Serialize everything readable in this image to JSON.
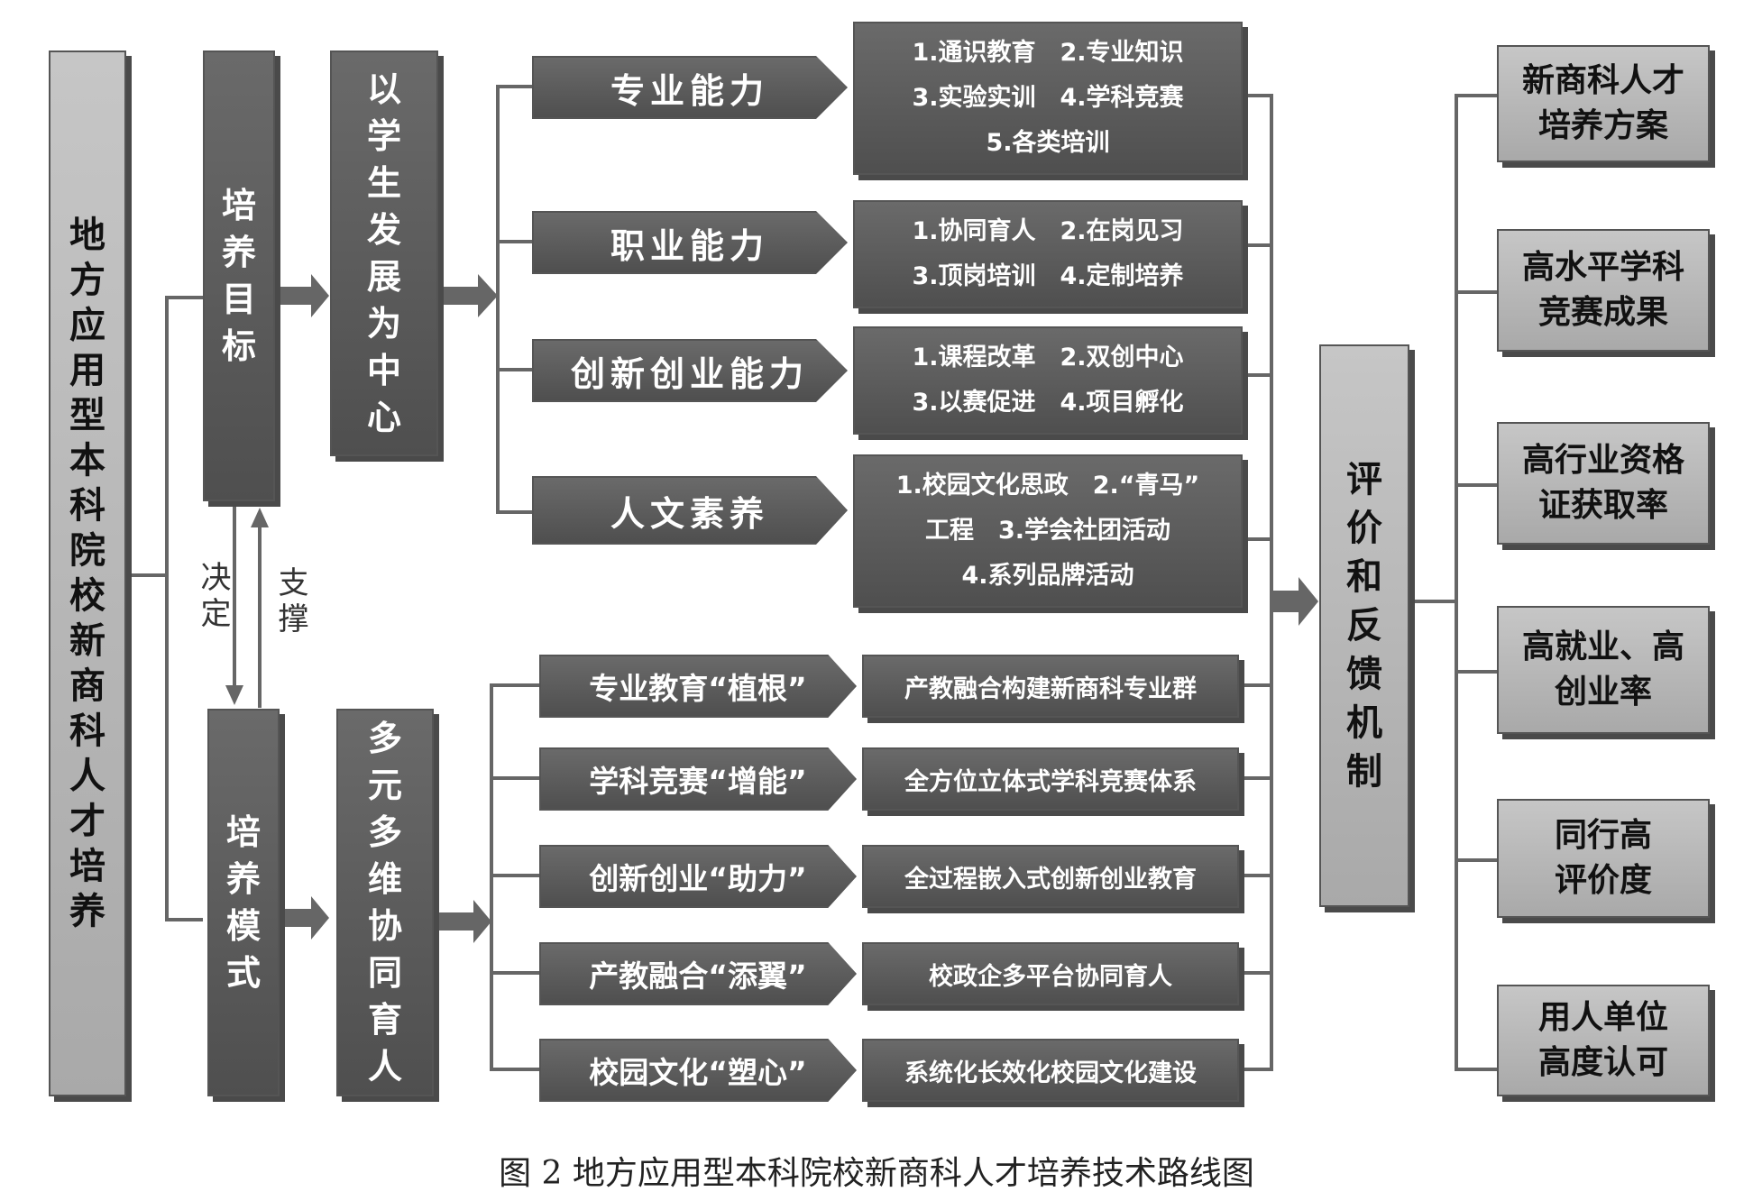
{
  "main_title": "地方应用型本科院校新商科人才培养",
  "goal": "培养目标",
  "mode": "培养模式",
  "decide": "决定",
  "support": "支撑",
  "center": "以学生发展为中心",
  "collab": "多元多维协同育人",
  "abilities": [
    {
      "title": "专业能力",
      "details": [
        "1.通识教育　2.专业知识",
        "3.实验实训　4.学科竞赛",
        "5.各类培训"
      ]
    },
    {
      "title": "职业能力",
      "details": [
        "1.协同育人　2.在岗见习",
        "3.顶岗培训　4.定制培养"
      ]
    },
    {
      "title": "创新创业能力",
      "details": [
        "1.课程改革　2.双创中心",
        "3.以赛促进　4.项目孵化"
      ]
    },
    {
      "title": "人文素养",
      "details": [
        "1.校园文化思政　2.“青马”",
        "工程　3.学会社团活动",
        "4.系列品牌活动"
      ]
    }
  ],
  "paths": [
    {
      "title": "专业教育“植根”",
      "detail": "产教融合构建新商科专业群"
    },
    {
      "title": "学科竞赛“增能”",
      "detail": "全方位立体式学科竞赛体系"
    },
    {
      "title": "创新创业“助力”",
      "detail": "全过程嵌入式创新创业教育"
    },
    {
      "title": "产教融合“添翼”",
      "detail": "校政企多平台协同育人"
    },
    {
      "title": "校园文化“塑心”",
      "detail": "系统化长效化校园文化建设"
    }
  ],
  "feedback": "评价和反馈机制",
  "outcomes": [
    [
      "新商科人才",
      "培养方案"
    ],
    [
      "高水平学科",
      "竞赛成果"
    ],
    [
      "高行业资格",
      "证获取率"
    ],
    [
      "高就业、高",
      "创业率"
    ],
    [
      "同行高",
      "评价度"
    ],
    [
      "用人单位",
      "高度认可"
    ]
  ],
  "caption": "图 2  地方应用型本科院校新商科人才培养技术路线图"
}
